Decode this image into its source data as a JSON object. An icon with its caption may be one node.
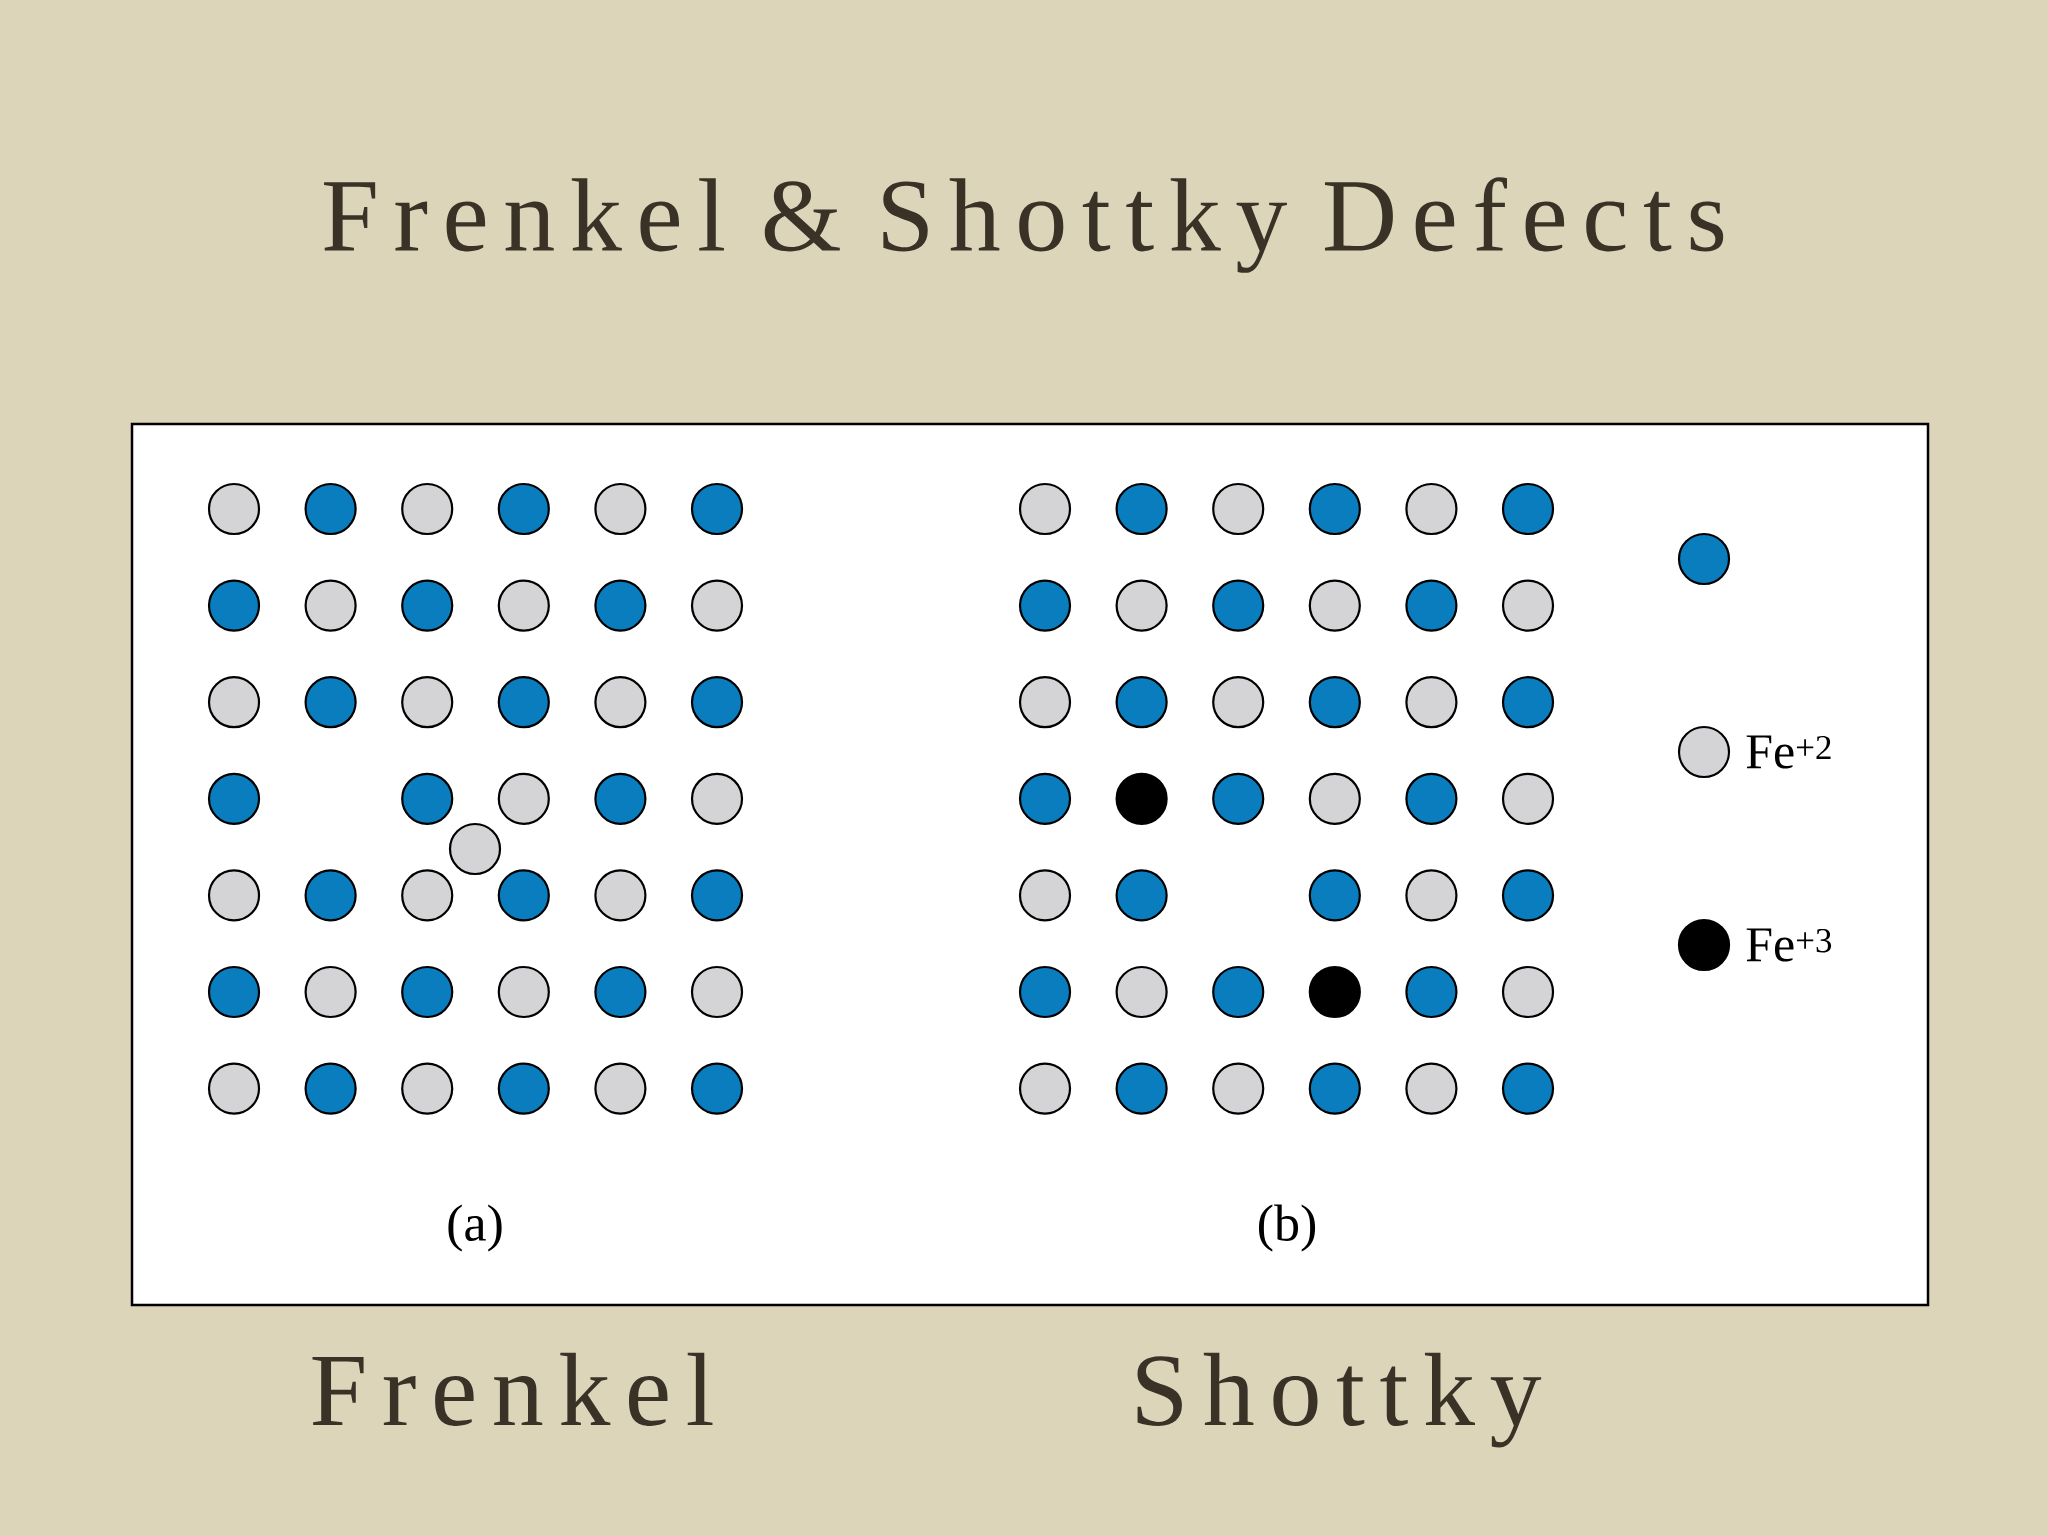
{
  "diagram": {
    "title": "Frenkel & Shottky Defects",
    "labels": [
      "(a)",
      "(b)",
      "Frenkel",
      "Shottky"
    ],
    "legend": [
      {
        "text": "Fe$^{+2}$",
        "color": "#d4d4d6"
      },
      {
        "text": "Fe$^{+3}$",
        "color": "#000000"
      }
    ]
  }
}
